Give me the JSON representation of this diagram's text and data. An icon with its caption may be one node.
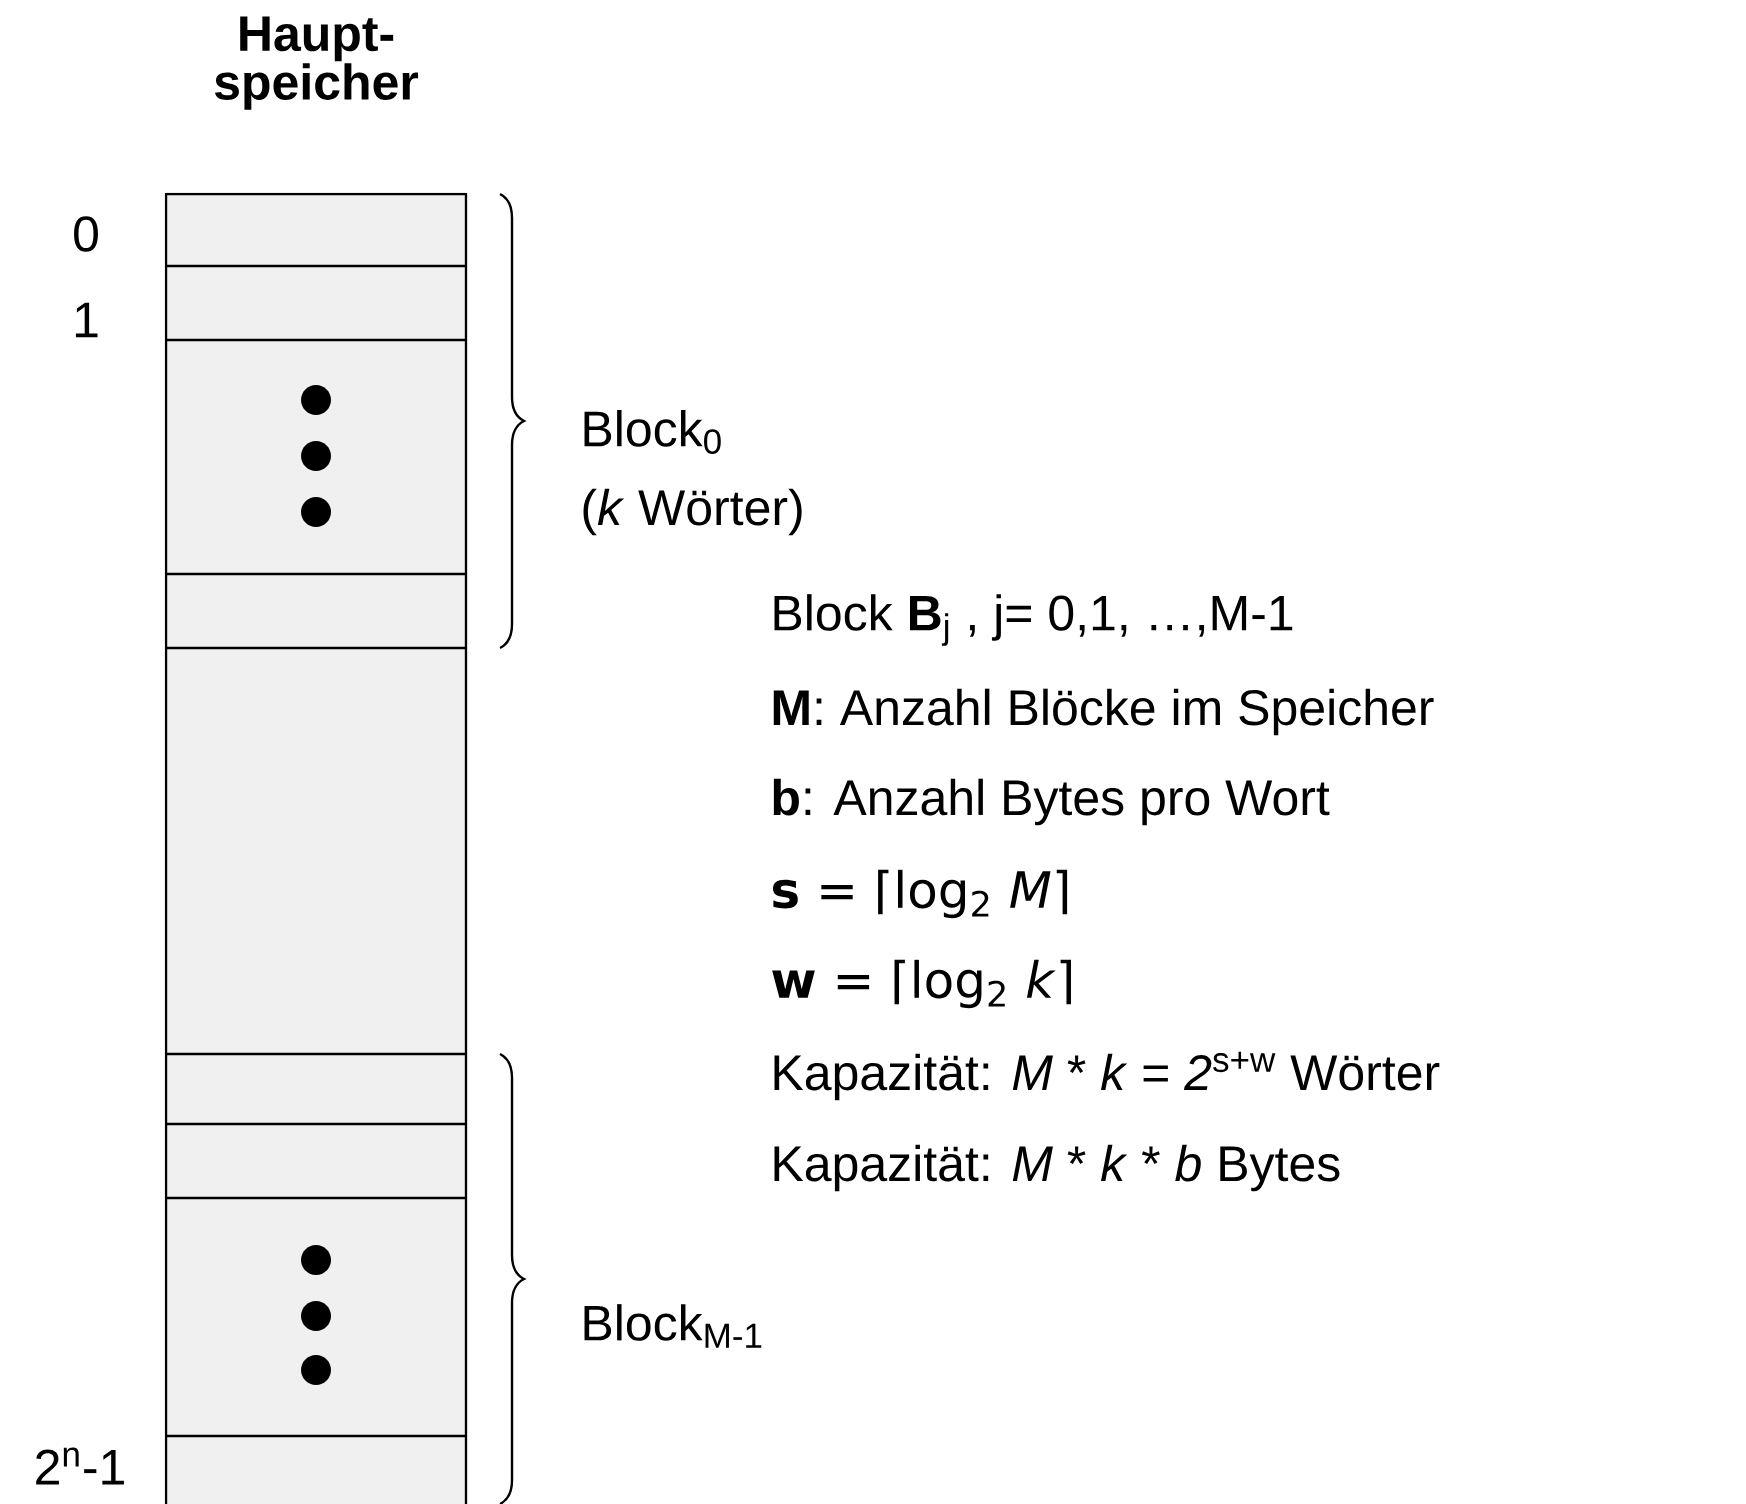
{
  "diagram": {
    "title": "Haupt- speicher",
    "labels": [
      "0",
      "1",
      "Block$_{0}$",
      "(*k* Wörter)",
      "Block **B**$_{j}$ , j= 0,1, …,M-1",
      "**M**: Anzahl Blöcke im Speicher",
      "**b**: Anzahl Bytes pro Wort",
      "**s** = ⌈log$_{2}$ *M*⌉",
      "**w** = ⌈log$_{2}$ *k*⌉",
      "Kapazität: *M* * *k* = *2*$^{s+w}$ Wörter",
      "Kapazität: *M* * *k* * *b* Bytes",
      "Block$_{M-1}$",
      "2$^{n}$-1"
    ]
  }
}
